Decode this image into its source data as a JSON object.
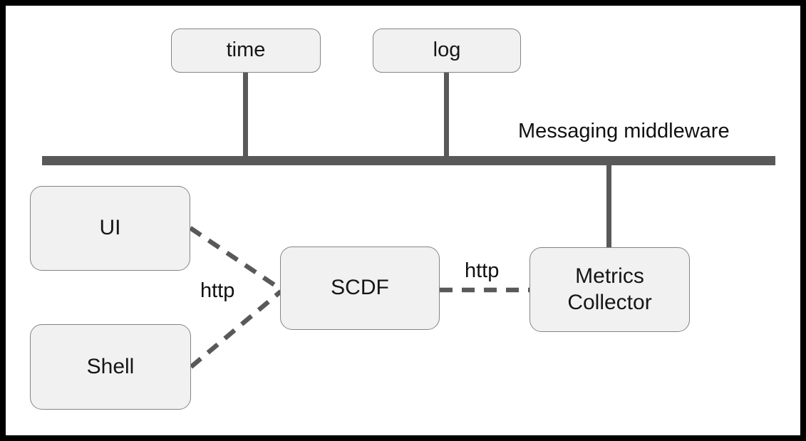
{
  "diagram": {
    "type": "architecture-diagram",
    "bus_label": "Messaging middleware"
  },
  "nodes": {
    "time": {
      "label": "time"
    },
    "log": {
      "label": "log"
    },
    "ui": {
      "label": "UI"
    },
    "shell": {
      "label": "Shell"
    },
    "scdf": {
      "label": "SCDF"
    },
    "metrics_collector": {
      "label": "Metrics Collector"
    }
  },
  "edge_labels": {
    "http_left": "http",
    "http_right": "http"
  },
  "edges": [
    {
      "from": "time",
      "to": "messaging-bus",
      "style": "solid"
    },
    {
      "from": "log",
      "to": "messaging-bus",
      "style": "solid"
    },
    {
      "from": "messaging-bus",
      "to": "metrics_collector",
      "style": "solid"
    },
    {
      "from": "ui",
      "to": "scdf",
      "style": "dashed",
      "label": "http"
    },
    {
      "from": "shell",
      "to": "scdf",
      "style": "dashed",
      "label": "http"
    },
    {
      "from": "scdf",
      "to": "metrics_collector",
      "style": "dashed",
      "label": "http"
    }
  ],
  "colors": {
    "frame": "#000000",
    "background": "#ffffff",
    "node_fill": "#f1f1f1",
    "node_border": "#848484",
    "line": "#595959",
    "text": "#111111"
  }
}
